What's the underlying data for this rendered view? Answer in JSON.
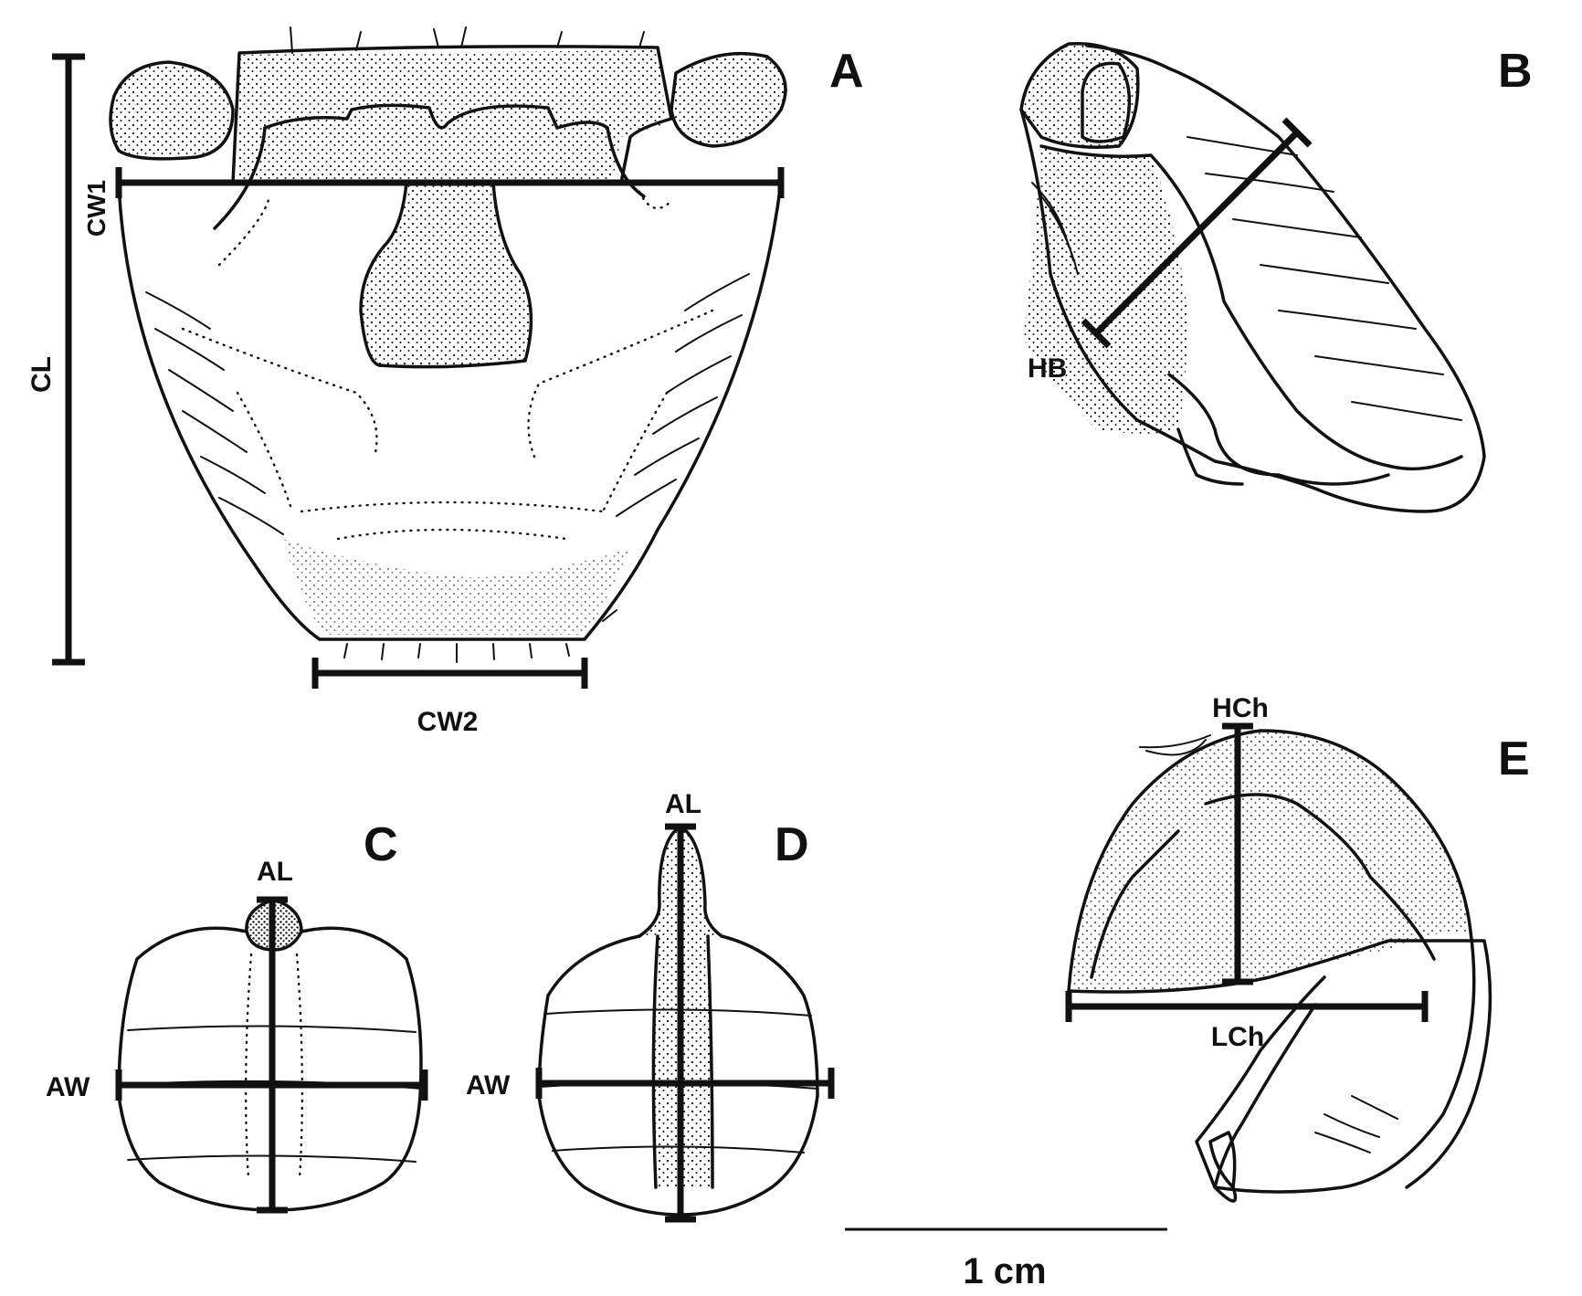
{
  "panels": {
    "A": {
      "letter": "A",
      "labels": {
        "cl": "CL",
        "cw1": "CW1",
        "cw2": "CW2"
      }
    },
    "B": {
      "letter": "B",
      "labels": {
        "hb": "HB"
      }
    },
    "C": {
      "letter": "C",
      "labels": {
        "al": "AL",
        "aw": "AW"
      }
    },
    "D": {
      "letter": "D",
      "labels": {
        "al": "AL",
        "aw": "AW"
      }
    },
    "E": {
      "letter": "E",
      "labels": {
        "hch": "HCh",
        "lch": "LCh"
      }
    }
  },
  "scale_bar": {
    "label": "1 cm"
  },
  "colors": {
    "ink": "#111111",
    "background": "#ffffff"
  }
}
